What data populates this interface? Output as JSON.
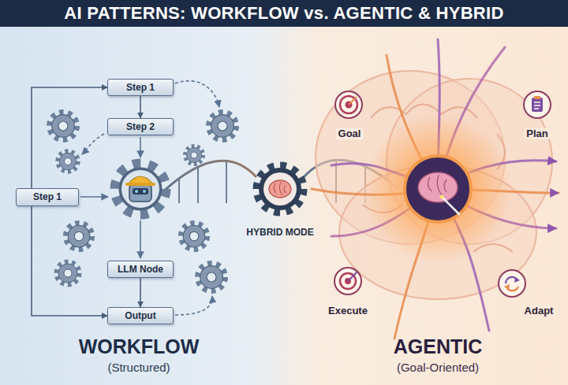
{
  "diagram": {
    "title": "AI PATTERNS: WORKFLOW vs. AGENTIC & HYBRID",
    "nodes": [
      {
        "text": [
          "Step 1"
        ]
      },
      {
        "text": [
          "Step 2"
        ]
      },
      {
        "text": [
          "Step 1"
        ]
      },
      {
        "text": [
          "LLM Node"
        ]
      },
      {
        "text": [
          "Output"
        ]
      }
    ],
    "edges": [
      {
        "from": 0,
        "to": 1,
        "arrow": "to"
      },
      {
        "from": 2,
        "to": 0,
        "arrow": "to"
      },
      {
        "from": 2,
        "to": 4,
        "arrow": "to"
      },
      {
        "from": 3,
        "to": 4,
        "arrow": "to"
      }
    ],
    "labels": [
      "HYBRID MODE",
      "Goal",
      "Plan",
      "Execute",
      "Adapt",
      "WORKFLOW",
      "(Structured)",
      "AGENTIC",
      "(Goal-Oriented)"
    ]
  }
}
